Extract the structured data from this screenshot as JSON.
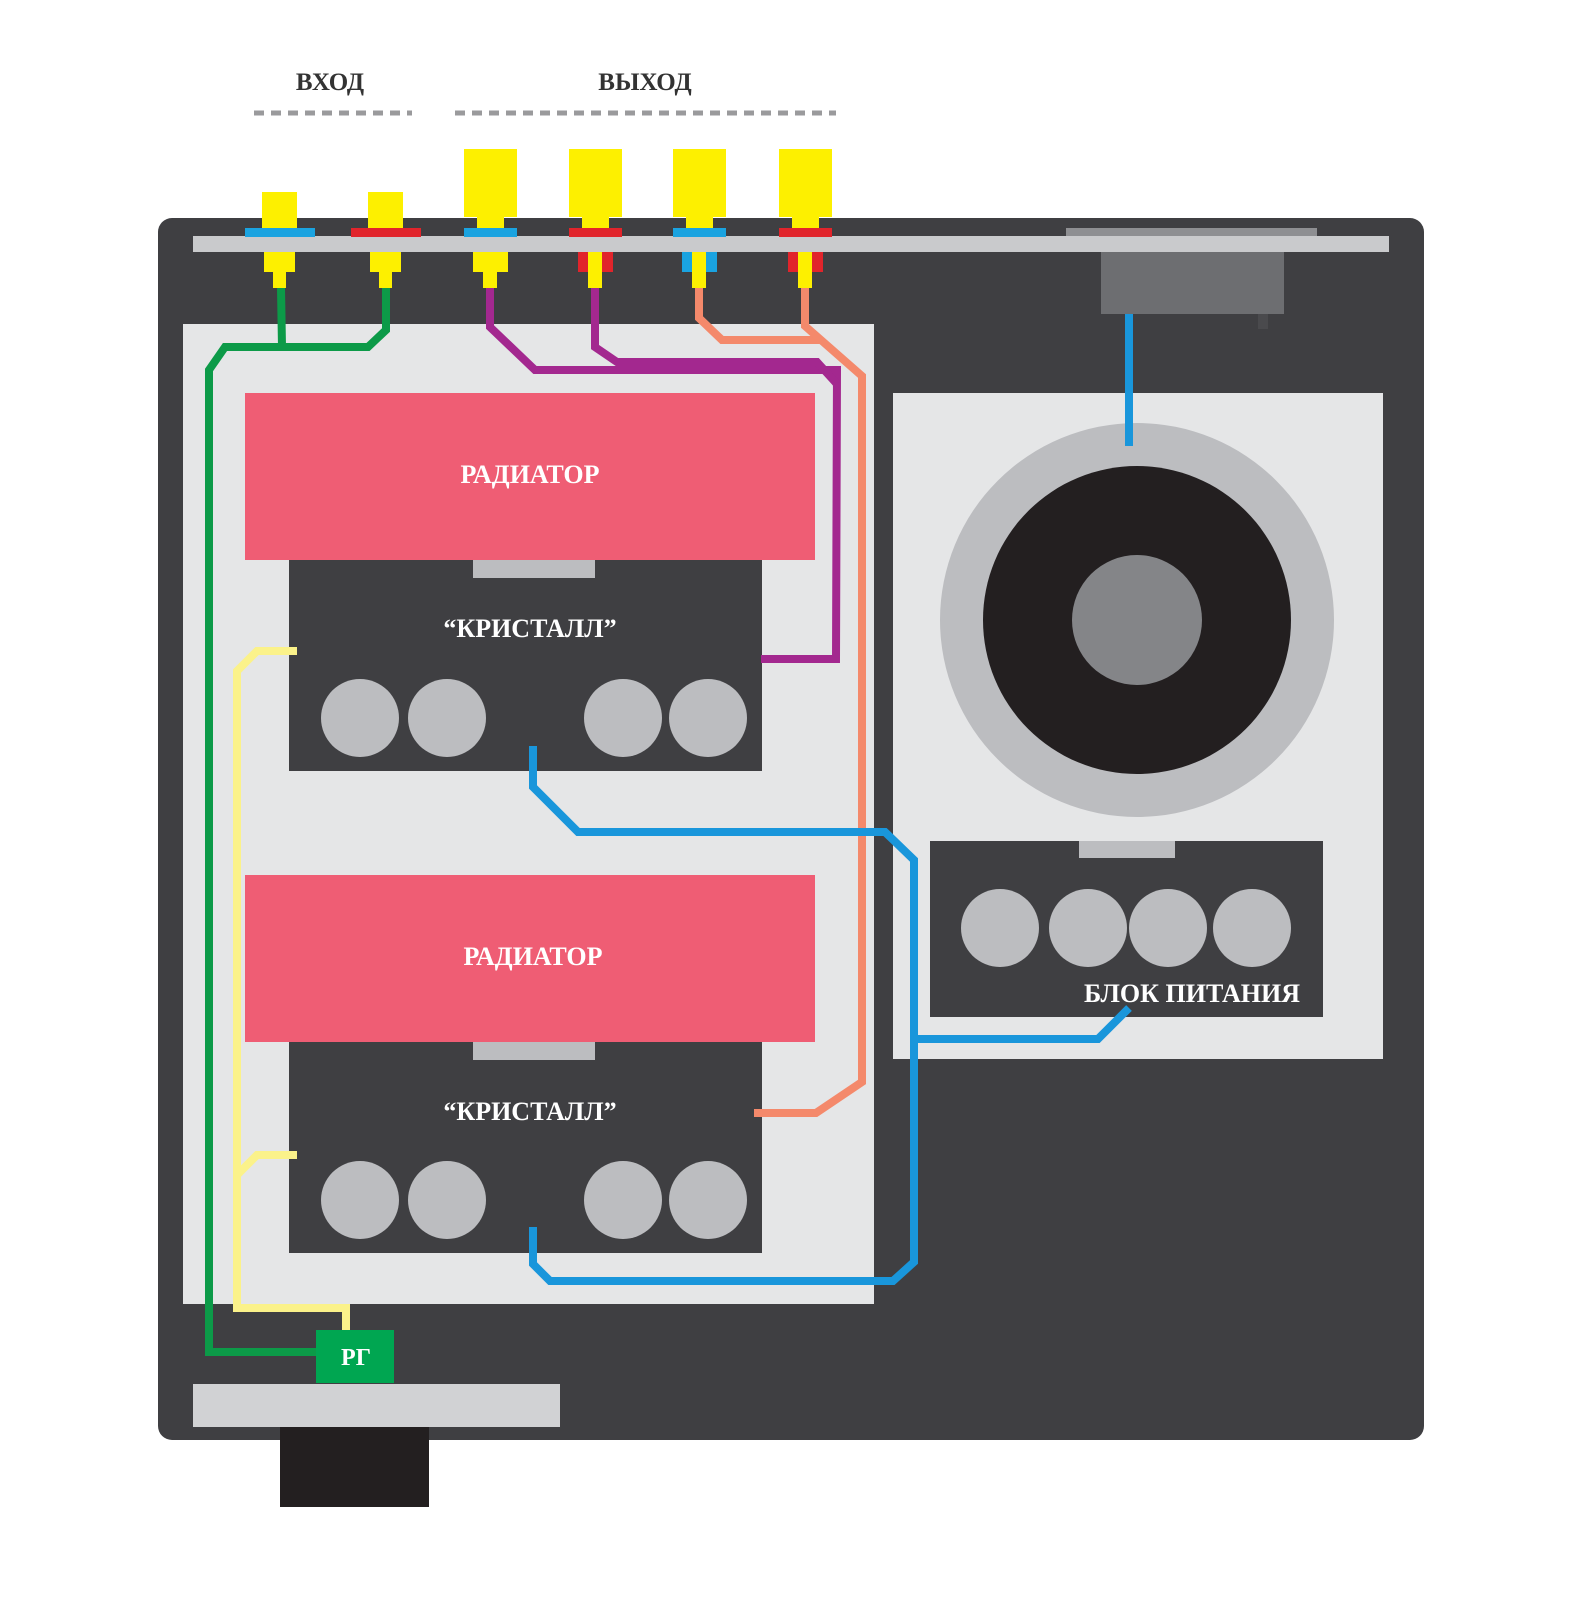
{
  "labels": {
    "input": "ВХОД",
    "output": "ВЫХОД",
    "heatsink_top": "РАДИАТОР",
    "heatsink_bottom": "РАДИАТОР",
    "amp_top": "“КРИСТАЛЛ”",
    "amp_bottom": "“КРИСТАЛЛ”",
    "power_supply": "БЛОК ПИТАНИЯ",
    "volume_control": "РГ"
  },
  "colors": {
    "chassis": "#3f3f42",
    "board": "#e5e6e7",
    "heatsink": "#ef5d74",
    "rca_plug": "#fdf000",
    "ring_blue": "#1aa3e0",
    "ring_red": "#e1242b",
    "wire_green": "#0c9a48",
    "wire_purple": "#a3288f",
    "wire_orange": "#f4896b",
    "wire_yellow": "#fbf28a",
    "wire_blue": "#1996db",
    "regulator": "#00a651",
    "transformer_core": "#231f20",
    "transformer_ring": "#bcbdc0",
    "capacitor": "#bcbdc0"
  },
  "icons": {
    "connectors": "rca-connector-icon",
    "transformer": "toroidal-transformer-icon",
    "capacitors": "capacitor-icon",
    "knob": "knob-icon",
    "power_socket": "power-socket-icon"
  }
}
